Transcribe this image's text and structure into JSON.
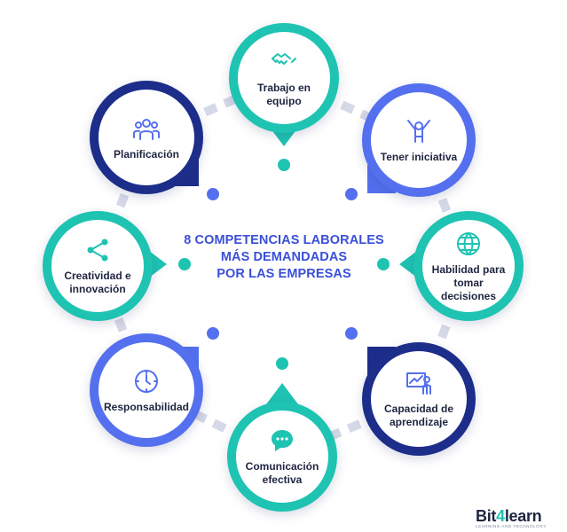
{
  "title_lines": [
    "8 COMPETENCIAS LABORALES",
    "MÁS DEMANDADAS",
    "POR LAS EMPRESAS"
  ],
  "colors": {
    "teal": "#1fc3b2",
    "navy": "#1d2d8a",
    "blue": "#5470ef",
    "title": "#3a4fd9",
    "connector": "#d5d8e6",
    "text": "#1e2540"
  },
  "competencias": [
    {
      "label": "Trabajo en\nequipo",
      "icon": "handshake-icon"
    },
    {
      "label": "Tener iniciativa",
      "icon": "person-arms-up-icon"
    },
    {
      "label": "Habilidad para\ntomar\ndecisiones",
      "icon": "globe-icon"
    },
    {
      "label": "Capacidad de\naprendizaje",
      "icon": "presentation-person-icon"
    },
    {
      "label": "Comunicación\nefectiva",
      "icon": "chat-bubble-icon"
    },
    {
      "label": "Responsabilidad",
      "icon": "clock-icon"
    },
    {
      "label": "Creatividad e\ninnovación",
      "icon": "share-nodes-icon"
    },
    {
      "label": "Planificación",
      "icon": "team-group-icon"
    }
  ],
  "logo": {
    "word_a": "Bit",
    "word_4": "4",
    "word_b": "learn",
    "tagline": "LEARNING AND TECHNOLOGY"
  }
}
